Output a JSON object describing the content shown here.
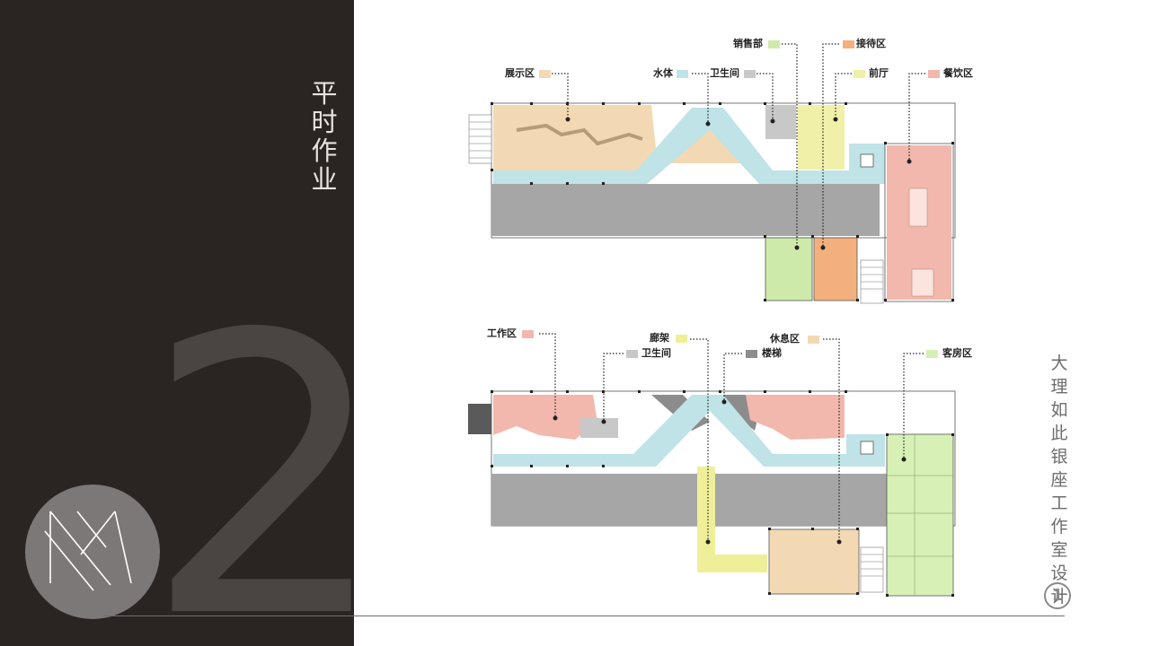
{
  "sidebar": {
    "digit": "2",
    "title": "平时作业"
  },
  "right": {
    "title": "大理如此银座工作室设计",
    "page_number": "1"
  },
  "colors": {
    "panel": "#2a2423",
    "corridor": "#bfe3e6",
    "gray_block": "#a6a6a6",
    "exhibit": "#f3d9b3",
    "toilet": "#c8c8c8",
    "sales": "#cdeaaa",
    "reception": "#f3b07e",
    "lobby": "#f1f0a8",
    "dining": "#f2b8ad",
    "work": "#f2b8ad",
    "rest": "#f3d9b3",
    "stairs": "#8c8c8c",
    "guest": "#d6f0b6",
    "gallery": "#efef9a"
  },
  "plan_top": {
    "legends": [
      {
        "label": "展示区",
        "color": "#f3d9b3"
      },
      {
        "label": "水体",
        "color": "#bfe3e6"
      },
      {
        "label": "卫生间",
        "color": "#c8c8c8"
      },
      {
        "label": "销售部",
        "color": "#cdeaaa"
      },
      {
        "label": "接待区",
        "color": "#f3b07e"
      },
      {
        "label": "前厅",
        "color": "#f1f0a8"
      },
      {
        "label": "餐饮区",
        "color": "#f2b8ad"
      }
    ]
  },
  "plan_bottom": {
    "legends": [
      {
        "label": "工作区",
        "color": "#f2b8ad"
      },
      {
        "label": "卫生间",
        "color": "#c8c8c8"
      },
      {
        "label": "廊架",
        "color": "#efef9a"
      },
      {
        "label": "休息区",
        "color": "#f3d9b3"
      },
      {
        "label": "楼梯",
        "color": "#8c8c8c"
      },
      {
        "label": "客房区",
        "color": "#d6f0b6"
      }
    ]
  }
}
